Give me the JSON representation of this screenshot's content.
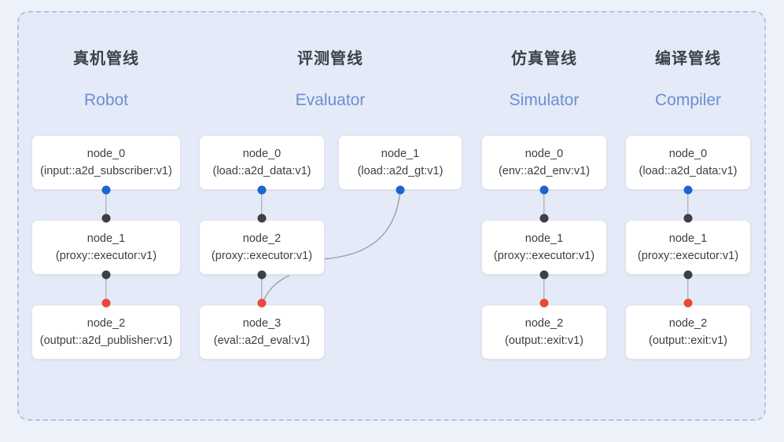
{
  "diagram": {
    "title": "pipeline-graph",
    "colors": {
      "canvas": "#edf1fa",
      "container_fill": "#e4eaf8",
      "container_border": "#b9c2d6",
      "node_fill": "#ffffff",
      "node_border": "#dfe3ea",
      "title_cn": "#3d4148",
      "title_en": "#6b8ed0",
      "port_in": "#3c4043",
      "port_out_blue": "#1a66d0",
      "port_out_red": "#e8493a",
      "edge": "#9aa0a6"
    }
  },
  "columns": [
    {
      "id": "robot",
      "title_cn": "真机管线",
      "title_en": "Robot",
      "nodes": [
        {
          "name": "node_0",
          "type": "(input::a2d_subscriber:v1)"
        },
        {
          "name": "node_1",
          "type": "(proxy::executor:v1)"
        },
        {
          "name": "node_2",
          "type": "(output::a2d_publisher:v1)"
        }
      ]
    },
    {
      "id": "evaluator",
      "title_cn": "评测管线",
      "title_en": "Evaluator",
      "nodes": [
        {
          "name": "node_0",
          "type": "(load::a2d_data:v1)"
        },
        {
          "name": "node_1",
          "type": "(load::a2d_gt:v1)"
        },
        {
          "name": "node_2",
          "type": "(proxy::executor:v1)"
        },
        {
          "name": "node_3",
          "type": "(eval::a2d_eval:v1)"
        }
      ]
    },
    {
      "id": "simulator",
      "title_cn": "仿真管线",
      "title_en": "Simulator",
      "nodes": [
        {
          "name": "node_0",
          "type": "(env::a2d_env:v1)"
        },
        {
          "name": "node_1",
          "type": "(proxy::executor:v1)"
        },
        {
          "name": "node_2",
          "type": "(output::exit:v1)"
        }
      ]
    },
    {
      "id": "compiler",
      "title_cn": "编译管线",
      "title_en": "Compiler",
      "nodes": [
        {
          "name": "node_0",
          "type": "(load::a2d_data:v1)"
        },
        {
          "name": "node_1",
          "type": "(proxy::executor:v1)"
        },
        {
          "name": "node_2",
          "type": "(output::exit:v1)"
        }
      ]
    }
  ]
}
